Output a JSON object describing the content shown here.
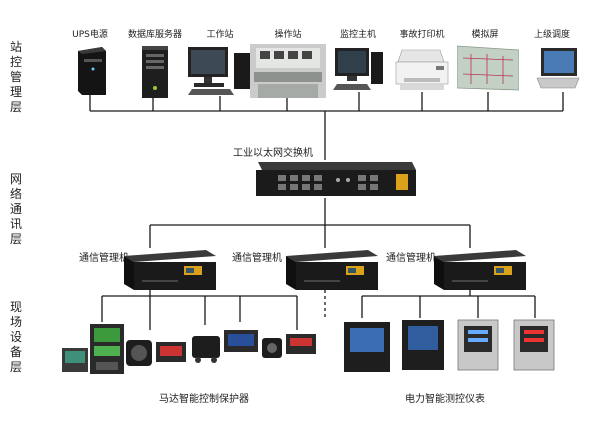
{
  "layers": {
    "station": "站控管理层",
    "network": "网络通讯层",
    "field": "现场设备层"
  },
  "top_devices": [
    {
      "label": "UPS电源",
      "icon": "ups-tower-icon"
    },
    {
      "label": "数据库服务器",
      "icon": "server-tower-icon"
    },
    {
      "label": "工作站",
      "icon": "workstation-icon"
    },
    {
      "label": "操作站",
      "icon": "operator-console-icon"
    },
    {
      "label": "监控主机",
      "icon": "monitor-host-icon"
    },
    {
      "label": "事故打印机",
      "icon": "printer-icon"
    },
    {
      "label": "模拟屏",
      "icon": "mimic-panel-icon"
    },
    {
      "label": "上级调度",
      "icon": "laptop-icon"
    }
  ],
  "switch": {
    "label": "工业以太网交换机",
    "icon": "ethernet-switch-icon"
  },
  "comm_managers": [
    {
      "label": "通信管理机",
      "icon": "rack-unit-icon"
    },
    {
      "label": "通信管理机",
      "icon": "rack-unit-icon"
    },
    {
      "label": "通信管理机",
      "icon": "rack-unit-icon"
    }
  ],
  "field_groups": [
    {
      "label": "马达智能控制保护器",
      "icon": "motor-protector-icon"
    },
    {
      "label": "电力智能测控仪表",
      "icon": "power-meter-icon"
    }
  ],
  "colors": {
    "line": "#1a1a1a",
    "device_dark": "#1c1c1c",
    "panel_accent": "#d9a21a"
  }
}
